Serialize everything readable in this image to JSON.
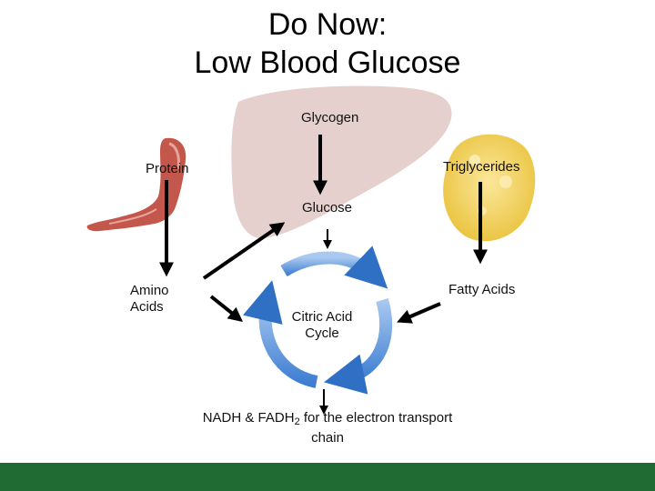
{
  "title": {
    "line1": "Do Now:",
    "line2": "Low Blood Glucose"
  },
  "labels": {
    "glycogen": "Glycogen",
    "protein": "Protein",
    "triglycerides": "Triglycerides",
    "glucose": "Glucose",
    "amino_line1": "Amino",
    "amino_line2": "Acids",
    "fatty_acids": "Fatty Acids",
    "cycle_line1": "Citric Acid",
    "cycle_line2": "Cycle",
    "nadh_prefix": "NADH & FADH",
    "nadh_sub": "2",
    "nadh_suffix": " for the electron transport",
    "nadh_line2": "chain"
  },
  "colors": {
    "footer": "#1f6b33",
    "cycle_arrow": "#5b93d8",
    "arrow": "#000000"
  },
  "icons": [
    "arm-muscle-image",
    "liver-image",
    "fat-tissue-image",
    "cycle-arrows"
  ]
}
